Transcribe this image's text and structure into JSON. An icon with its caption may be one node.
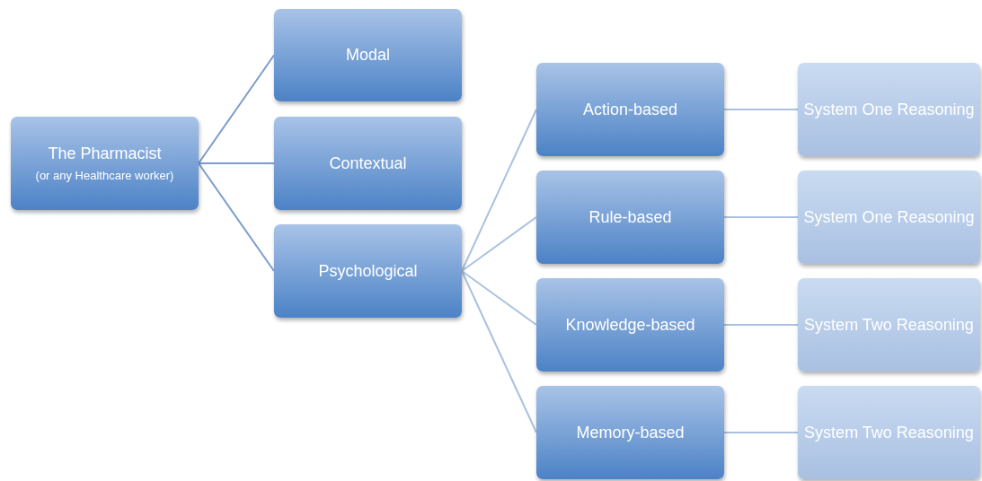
{
  "diagram": {
    "nodes": [
      {
        "text": [
          "The Pharmacist",
          "(or any Healthcare worker)"
        ]
      },
      {
        "text": [
          "Modal"
        ]
      },
      {
        "text": [
          "Contextual"
        ]
      },
      {
        "text": [
          "Psychological"
        ]
      },
      {
        "text": [
          "Action-based"
        ]
      },
      {
        "text": [
          "System One Reasoning"
        ]
      },
      {
        "text": [
          "Rule-based"
        ]
      },
      {
        "text": [
          "System One Reasoning"
        ]
      },
      {
        "text": [
          "Knowledge-based"
        ]
      },
      {
        "text": [
          "System Two Reasoning"
        ]
      },
      {
        "text": [
          "Memory-based"
        ]
      },
      {
        "text": [
          "System Two Reasoning"
        ]
      }
    ],
    "edges": [
      {
        "from": 0,
        "to": 1,
        "arrow": "none",
        "color": "#7b9dcd"
      },
      {
        "from": 0,
        "to": 2,
        "arrow": "none",
        "color": "#7b9dcd"
      },
      {
        "from": 0,
        "to": 3,
        "arrow": "none",
        "color": "#7b9dcd"
      },
      {
        "from": 3,
        "to": 4,
        "arrow": "none"
      },
      {
        "from": 3,
        "to": 6,
        "arrow": "none"
      },
      {
        "from": 3,
        "to": 8,
        "arrow": "none"
      },
      {
        "from": 3,
        "to": 10,
        "arrow": "none"
      },
      {
        "from": 4,
        "to": 5,
        "arrow": "none"
      },
      {
        "from": 6,
        "to": 7,
        "arrow": "none"
      },
      {
        "from": 8,
        "to": 9,
        "arrow": "none"
      },
      {
        "from": 10,
        "to": 11,
        "arrow": "none"
      }
    ]
  }
}
